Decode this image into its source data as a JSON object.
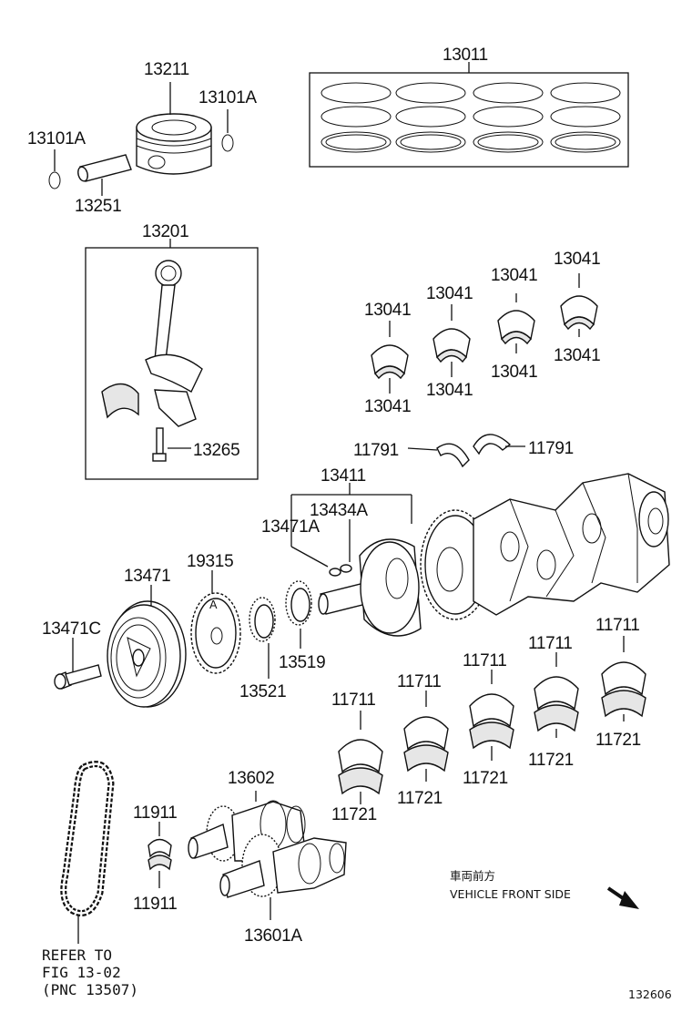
{
  "labels": {
    "p13011": "13011",
    "p13211": "13211",
    "p13101a_r": "13101A",
    "p13101a_l": "13101A",
    "p13251": "13251",
    "p13201": "13201",
    "p13265": "13265",
    "p13041_1t": "13041",
    "p13041_1b": "13041",
    "p13041_2t": "13041",
    "p13041_2b": "13041",
    "p13041_3t": "13041",
    "p13041_3b": "13041",
    "p13041_4t": "13041",
    "p13041_4b": "13041",
    "p11791_l": "11791",
    "p11791_r": "11791",
    "p13411": "13411",
    "p13434a": "13434A",
    "p13471a": "13471A",
    "p13471": "13471",
    "p19315": "19315",
    "p13471c": "13471C",
    "p13521": "13521",
    "p13519": "13519",
    "p11711_1": "11711",
    "p11711_2": "11711",
    "p11711_3": "11711",
    "p11711_4": "11711",
    "p11711_5": "11711",
    "p11721_1": "11721",
    "p11721_2": "11721",
    "p11721_3": "11721",
    "p11721_4": "11721",
    "p11721_5": "11721",
    "p13602": "13602",
    "p11911_t": "11911",
    "p11911_b": "11911",
    "p13601a": "13601A"
  },
  "refer": {
    "line1": "REFER TO",
    "line2": "FIG 13-02",
    "line3": "(PNC 13507)"
  },
  "direction": {
    "jp": "車両前方",
    "en": "VEHICLE FRONT SIDE",
    "icon": "arrow-down-right-icon"
  },
  "figure_id": "132606"
}
